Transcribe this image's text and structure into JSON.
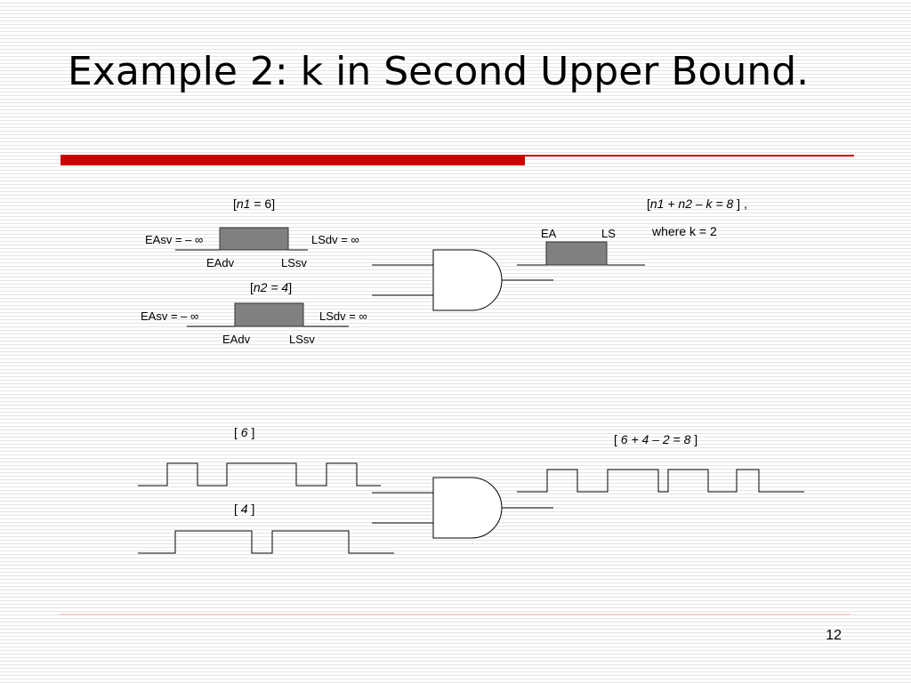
{
  "slide": {
    "title": "Example 2: k in Second Upper Bound.",
    "page_number": "12"
  },
  "top": {
    "gate1_in1_label": {
      "open": "[",
      "var": "n1",
      "rest": " = 6]"
    },
    "gate1_in1_left": "EAsv = – ∞",
    "gate1_in1_right": "LSdv =  ∞",
    "gate1_in1_under_left": "EAdv",
    "gate1_in1_under_right": "LSsv",
    "gate1_in2_label": {
      "open": "[",
      "expr": "n2 = 4",
      "close": "]"
    },
    "gate1_in2_left": "EAsv = – ∞",
    "gate1_in2_right": "LSdv =  ∞",
    "gate1_in2_under_left": "EAdv",
    "gate1_in2_under_right": "LSsv",
    "output_label": {
      "open": "[",
      "expr": "n1 + n2  – k  = 8",
      "close": " ] ,"
    },
    "output_note": "where k = 2",
    "output_left": "EA",
    "output_right": "LS"
  },
  "bottom": {
    "in1_label": {
      "open": "[ ",
      "expr": "6",
      "close": " ]"
    },
    "in2_label": {
      "open": "[ ",
      "expr": "4",
      "close": " ]"
    },
    "out_label": {
      "open": "[ ",
      "expr": "6 + 4 – 2 = 8",
      "close": " ]"
    }
  },
  "colors": {
    "accent_red": "#cc0000",
    "box_fill": "#808080"
  }
}
